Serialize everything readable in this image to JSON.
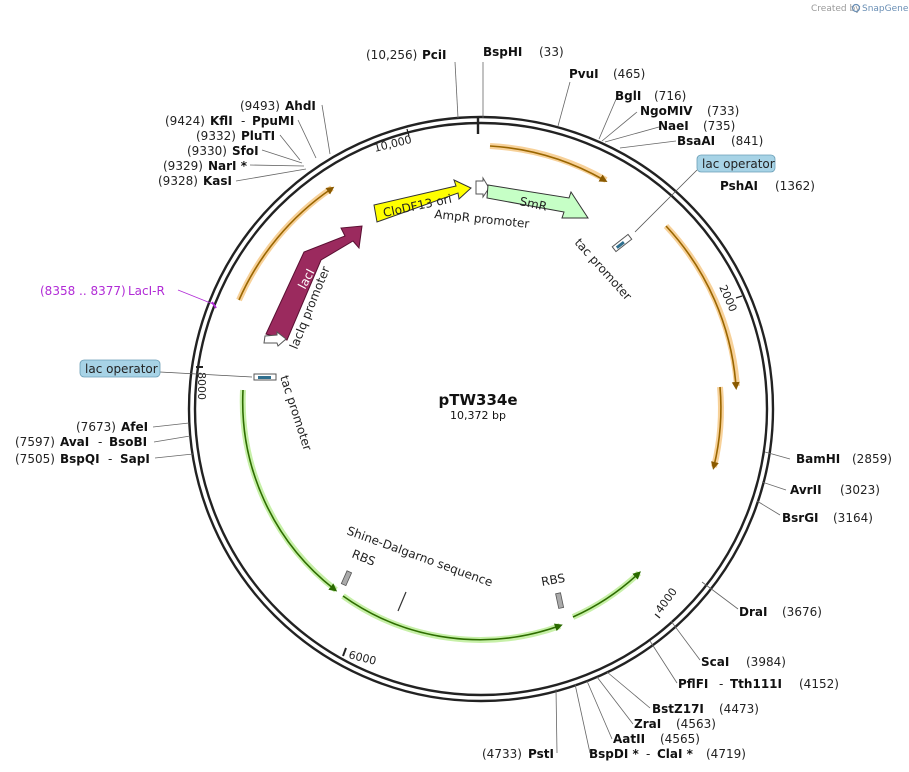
{
  "credit": {
    "prefix": "Created by",
    "brand": "SnapGene"
  },
  "plasmid": {
    "name": "pTW334e",
    "size": "10,372 bp"
  },
  "ruler": [
    "10,000",
    "2000",
    "4000",
    "6000",
    "8000"
  ],
  "sites": {
    "PciI": {
      "name": "PciI",
      "pos": "(10,256)"
    },
    "BspHI": {
      "name": "BspHI",
      "pos": "(33)"
    },
    "PvuI": {
      "name": "PvuI",
      "pos": "(465)"
    },
    "BglI": {
      "name": "BglI",
      "pos": "(716)"
    },
    "NgoMIV": {
      "name": "NgoMIV",
      "pos": "(733)"
    },
    "NaeI": {
      "name": "NaeI",
      "pos": "(735)"
    },
    "BsaAI": {
      "name": "BsaAI",
      "pos": "(841)"
    },
    "PshAI": {
      "name": "PshAI",
      "pos": "(1362)"
    },
    "BamHI": {
      "name": "BamHI",
      "pos": "(2859)"
    },
    "AvrII": {
      "name": "AvrII",
      "pos": "(3023)"
    },
    "BsrGI": {
      "name": "BsrGI",
      "pos": "(3164)"
    },
    "DraI": {
      "name": "DraI",
      "pos": "(3676)"
    },
    "ScaI": {
      "name": "ScaI",
      "pos": "(3984)"
    },
    "PflFI": {
      "name": "PflFI",
      "sep": "-",
      "name2": "Tth111I",
      "pos": "(4152)"
    },
    "BstZ17I": {
      "name": "BstZ17I",
      "pos": "(4473)"
    },
    "ZraI": {
      "name": "ZraI",
      "pos": "(4563)"
    },
    "AatII": {
      "name": "AatII",
      "pos": "(4565)"
    },
    "BspDI": {
      "name": "BspDI *",
      "sep": "-",
      "name2": "ClaI *",
      "pos": "(4719)"
    },
    "PstI": {
      "name": "PstI",
      "pos": "(4733)"
    },
    "SapI": {
      "name": "BspQI",
      "sep": "-",
      "name2": "SapI",
      "pos": "(7505)"
    },
    "BsoBI": {
      "name": "AvaI",
      "sep": "-",
      "name2": "BsoBI",
      "pos": "(7597)"
    },
    "AfeI": {
      "name": "AfeI",
      "pos": "(7673)"
    },
    "KasI": {
      "name": "KasI",
      "pos": "(9328)"
    },
    "NarI": {
      "name": "NarI *",
      "pos": "(9329)"
    },
    "SfoI": {
      "name": "SfoI",
      "pos": "(9330)"
    },
    "PluTI": {
      "name": "PluTI",
      "pos": "(9332)"
    },
    "PpuMI": {
      "name": "KflI",
      "sep": "-",
      "name2": "PpuMI",
      "pos": "(9424)"
    },
    "AhdI": {
      "name": "AhdI",
      "pos": "(9493)"
    }
  },
  "primer": {
    "range": "(8358 .. 8377)",
    "name": "LacI-R"
  },
  "features": {
    "cloDF13": "CloDF13 ori",
    "smr": "SmR",
    "ampr_promoter": "AmpR promoter",
    "laci": "lacI",
    "laciq_promoter": "lacIq promoter",
    "tac_top": "tac promoter",
    "tac_left": "tac promoter",
    "lac_op_top": "lac operator",
    "lac_op_left": "lac operator",
    "rbs_left": "RBS",
    "rbs_right": "RBS",
    "shine_dalgarno": "Shine-Dalgarno sequence"
  },
  "colors": {
    "backbone": "#222222",
    "orf_orange": "#f0ac3c",
    "orf_green": "#8bd84d",
    "ori_yellow": "#ffff00",
    "smr_green": "#c6ffc6",
    "laci_maroon": "#9b2a5e",
    "lac_operator_box": "#9fd0e6",
    "primer_purple": "#b12bd6"
  }
}
